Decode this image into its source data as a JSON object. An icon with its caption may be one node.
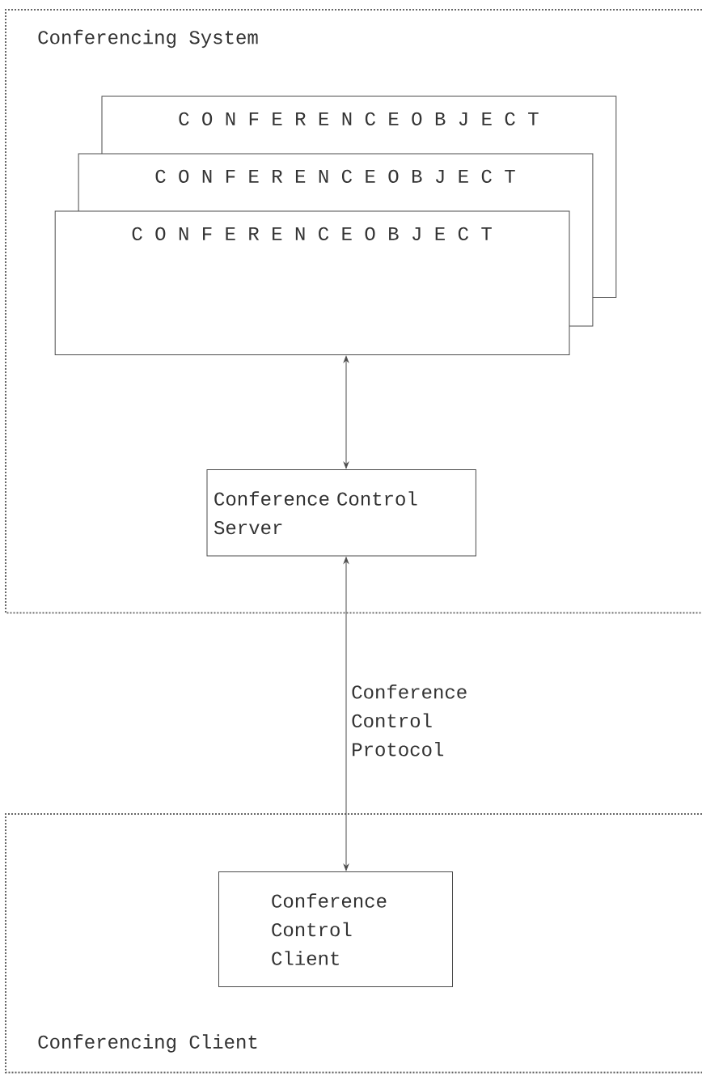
{
  "diagram": {
    "nodes": [
      {
        "text": [
          "Conferencing System"
        ]
      },
      {
        "text": [
          "C O N F E R E N C E   O B J E C T"
        ],
        "in": 0
      },
      {
        "text": [
          "C O N F E R E N C E   O B J E C T"
        ],
        "in": 0
      },
      {
        "text": [
          "C O N F E R E N C E   O B J E C T"
        ],
        "in": 0
      },
      {
        "text": [
          "Conference Control Server"
        ],
        "in": 0
      },
      {
        "text": [
          "Conferencing Client"
        ]
      },
      {
        "text": [
          "Conference Control Client"
        ],
        "in": 5
      }
    ],
    "edges": [
      {
        "from": 3,
        "to": 4,
        "arrow": "both"
      },
      {
        "from": 4,
        "to": 6,
        "arrow": "both",
        "label": "Conference Control Protocol"
      }
    ]
  }
}
